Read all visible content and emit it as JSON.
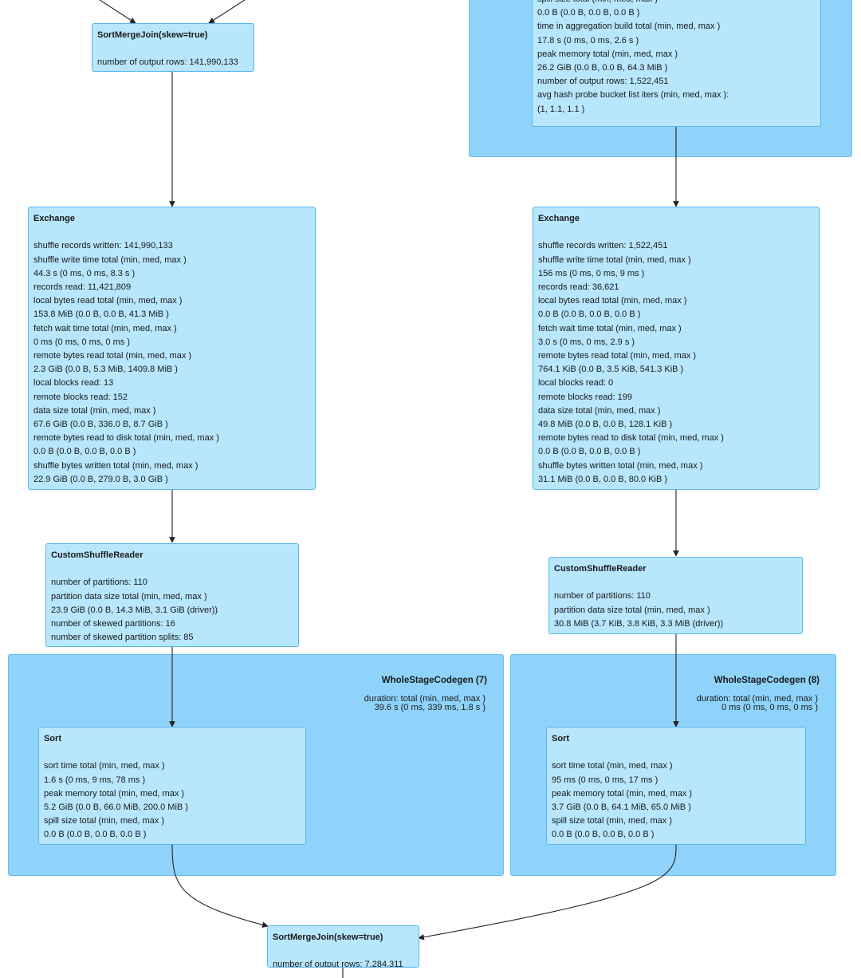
{
  "clusters": {
    "top_right": {
      "title": "",
      "metrics": ""
    },
    "wsc7": {
      "title": "WholeStageCodegen (7)",
      "metrics": "duration: total (min, med, max )\n39.6 s (0 ms, 339 ms, 1.8 s )"
    },
    "wsc8": {
      "title": "WholeStageCodegen (8)",
      "metrics": "duration: total (min, med, max )\n0 ms (0 ms, 0 ms, 0 ms )"
    }
  },
  "nodes": {
    "smj_top": {
      "title": "SortMergeJoin(skew=true)",
      "metrics": [
        "number of output rows: 141,990,133"
      ]
    },
    "agg_top": {
      "title": "",
      "metrics": [
        "spill size total (min, med, max )",
        "0.0 B (0.0 B, 0.0 B, 0.0 B )",
        "time in aggregation build total (min, med, max )",
        "17.8 s (0 ms, 0 ms, 2.6 s )",
        "peak memory total (min, med, max )",
        "26.2 GiB (0.0 B, 0.0 B, 64.3 MiB )",
        "number of output rows: 1,522,451",
        "avg hash probe bucket list iters (min, med, max ):",
        "(1, 1.1, 1.1 )"
      ]
    },
    "exchange_left": {
      "title": "Exchange",
      "metrics": [
        "shuffle records written: 141,990,133",
        "shuffle write time total (min, med, max )",
        "44.3 s (0 ms, 0 ms, 8.3 s )",
        "records read: 11,421,809",
        "local bytes read total (min, med, max )",
        "153.8 MiB (0.0 B, 0.0 B, 41.3 MiB )",
        "fetch wait time total (min, med, max )",
        "0 ms (0 ms, 0 ms, 0 ms )",
        "remote bytes read total (min, med, max )",
        "2.3 GiB (0.0 B, 5.3 MiB, 1409.8 MiB )",
        "local blocks read: 13",
        "remote blocks read: 152",
        "data size total (min, med, max )",
        "67.6 GiB (0.0 B, 336.0 B, 8.7 GiB )",
        "remote bytes read to disk total (min, med, max )",
        "0.0 B (0.0 B, 0.0 B, 0.0 B )",
        "shuffle bytes written total (min, med, max )",
        "22.9 GiB (0.0 B, 279.0 B, 3.0 GiB )"
      ]
    },
    "exchange_right": {
      "title": "Exchange",
      "metrics": [
        "shuffle records written: 1,522,451",
        "shuffle write time total (min, med, max )",
        "156 ms (0 ms, 0 ms, 9 ms )",
        "records read: 36,621",
        "local bytes read total (min, med, max )",
        "0.0 B (0.0 B, 0.0 B, 0.0 B )",
        "fetch wait time total (min, med, max )",
        "3.0 s (0 ms, 0 ms, 2.9 s )",
        "remote bytes read total (min, med, max )",
        "764.1 KiB (0.0 B, 3.5 KiB, 541.3 KiB )",
        "local blocks read: 0",
        "remote blocks read: 199",
        "data size total (min, med, max )",
        "49.8 MiB (0.0 B, 0.0 B, 128.1 KiB )",
        "remote bytes read to disk total (min, med, max )",
        "0.0 B (0.0 B, 0.0 B, 0.0 B )",
        "shuffle bytes written total (min, med, max )",
        "31.1 MiB (0.0 B, 0.0 B, 80.0 KiB )"
      ]
    },
    "csr_left": {
      "title": "CustomShuffleReader",
      "metrics": [
        "number of partitions: 110",
        "partition data size total (min, med, max )",
        "23.9 GiB (0.0 B, 14.3 MiB, 3.1 GiB (driver))",
        "number of skewed partitions: 16",
        "number of skewed partition splits: 85"
      ]
    },
    "csr_right": {
      "title": "CustomShuffleReader",
      "metrics": [
        "number of partitions: 110",
        "partition data size total (min, med, max )",
        "30.8 MiB (3.7 KiB, 3.8 KiB, 3.3 MiB (driver))"
      ]
    },
    "sort_left": {
      "title": "Sort",
      "metrics": [
        "sort time total (min, med, max )",
        "1.6 s (0 ms, 9 ms, 78 ms )",
        "peak memory total (min, med, max )",
        "5.2 GiB (0.0 B, 66.0 MiB, 200.0 MiB )",
        "spill size total (min, med, max )",
        "0.0 B (0.0 B, 0.0 B, 0.0 B )"
      ]
    },
    "sort_right": {
      "title": "Sort",
      "metrics": [
        "sort time total (min, med, max )",
        "95 ms (0 ms, 0 ms, 17 ms )",
        "peak memory total (min, med, max )",
        "3.7 GiB (0.0 B, 64.1 MiB, 65.0 MiB )",
        "spill size total (min, med, max )",
        "0.0 B (0.0 B, 0.0 B, 0.0 B )"
      ]
    },
    "smj_bottom": {
      "title": "SortMergeJoin(skew=true)",
      "metrics": [
        "number of output rows: 7,284,311"
      ]
    }
  },
  "colors": {
    "cluster_fill": "#8fd3fb",
    "node_fill": "#b7e6fd",
    "node_border": "#58b6ec",
    "edge": "#222222"
  }
}
